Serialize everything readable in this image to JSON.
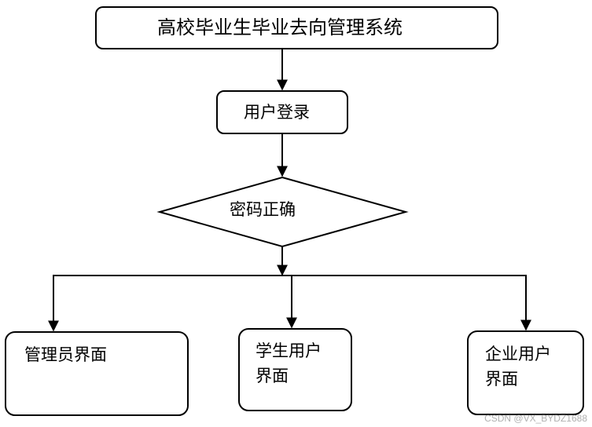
{
  "diagram": {
    "title": "高校毕业生毕业去向管理系统",
    "login": "用户登录",
    "decision": "密码正确",
    "admin": "管理员界面",
    "student": [
      "学生用户",
      "界面"
    ],
    "enterprise": [
      "企业用户",
      "界面"
    ]
  },
  "watermark": "CSDN @VX_BYDZ1688",
  "colors": {
    "line": "#000000",
    "background": "#ffffff"
  }
}
